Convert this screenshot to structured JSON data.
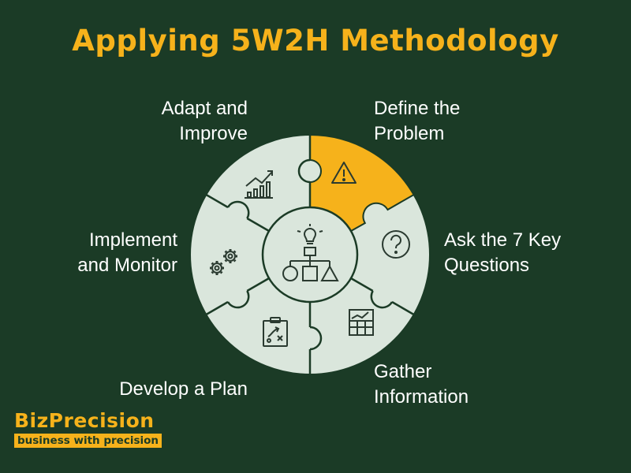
{
  "title": "Applying 5W2H Methodology",
  "steps": {
    "adapt": {
      "line1": "Adapt and",
      "line2": "Improve",
      "icon": "growth-chart-icon"
    },
    "define": {
      "line1": "Define the",
      "line2": "Problem",
      "icon": "warning-icon",
      "highlighted": true
    },
    "ask": {
      "line1": "Ask the 7 Key",
      "line2": "Questions",
      "icon": "question-icon"
    },
    "gather": {
      "line1": "Gather",
      "line2": "Information",
      "icon": "data-chart-icon"
    },
    "develop": {
      "line1": "Develop a Plan",
      "icon": "strategy-board-icon"
    },
    "implement": {
      "line1": "Implement",
      "line2": "and Monitor",
      "icon": "gears-icon"
    }
  },
  "center_icon": "idea-structure-icon",
  "logo": {
    "name": "BizPrecision",
    "tagline": "business with precision"
  },
  "colors": {
    "background": "#1b3b26",
    "accent": "#f6b21b",
    "piece": "#dae6dc",
    "piece_border": "#1b3b26",
    "icon": "#2a3a30",
    "text": "#ffffff"
  }
}
